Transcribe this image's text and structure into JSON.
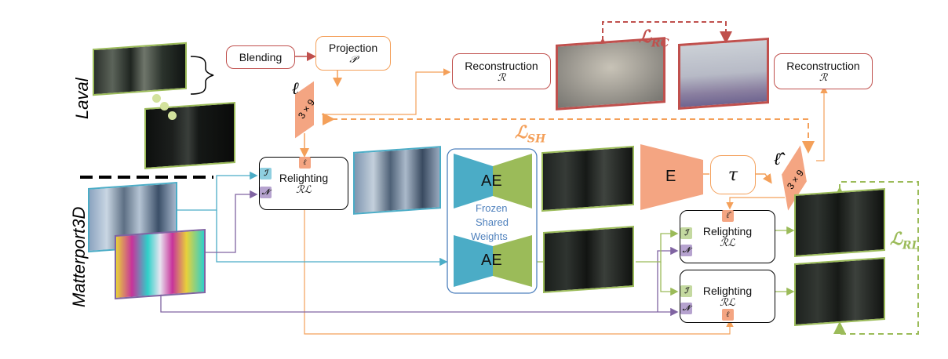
{
  "datasets": {
    "laval": "Laval",
    "matterport": "Matterport3D"
  },
  "nodes": {
    "blending": "Blending",
    "projection": {
      "title": "Projection",
      "symbol": "𝒫"
    },
    "reconstruction_left": {
      "title": "Reconstruction",
      "symbol": "ℛ"
    },
    "reconstruction_right": {
      "title": "Reconstruction",
      "symbol": "ℛ"
    },
    "relighting_top": {
      "title": "Relighting",
      "symbol": "ℛℒ"
    },
    "relighting_mid": {
      "title": "Relighting",
      "symbol": "ℛℒ"
    },
    "relighting_bottom": {
      "title": "Relighting",
      "symbol": "ℛℒ"
    },
    "ae_top": "AE",
    "ae_bottom": "AE",
    "encoder": "E",
    "tau": "τ",
    "frozen": [
      "Frozen",
      "Shared",
      "Weights"
    ]
  },
  "sh": {
    "label": "3 × 9",
    "ell": "ℓ",
    "ell_hat": "ℓ̂"
  },
  "losses": {
    "rc": "ℒ",
    "rc_sub": "RC",
    "sh": "ℒ",
    "sh_sub": "SH",
    "rl": "ℒ",
    "rl_sub": "RL"
  },
  "chips": {
    "I": "ℐ",
    "N": "𝒩",
    "ell": "ℓ",
    "ell_hat": "ℓ̂"
  },
  "colors": {
    "orange": "#F4A05A",
    "red": "#C0504D",
    "green": "#9BBB59",
    "blue": "#4BACC6",
    "purple": "#8064A2",
    "ae_blue": "#4BACC6",
    "ae_green": "#9BBB59",
    "encoder": "#F4A582",
    "frozen_text": "#4F81BD"
  }
}
